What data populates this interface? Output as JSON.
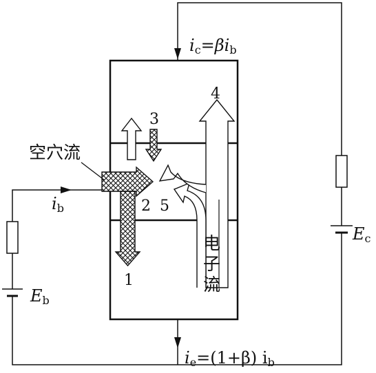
{
  "labels": {
    "ic": {
      "main": "i",
      "sub": "c",
      "eq": "=βi",
      "sub2": "b"
    },
    "ib": {
      "main": "i",
      "sub": "b"
    },
    "ie": {
      "main": "i",
      "sub": "e",
      "eq": "=(1+β) i",
      "sub2": "b"
    },
    "Ec": {
      "main": "E",
      "sub": "c"
    },
    "Eb": {
      "main": "E",
      "sub": "b"
    },
    "hole_flow": "空穴流",
    "electron_flow_chars": [
      "电",
      "子",
      "流"
    ],
    "arrow_numbers": [
      "1",
      "2",
      "3",
      "4",
      "5"
    ]
  },
  "colors": {
    "line": "#111111",
    "fill": "#ffffff"
  }
}
